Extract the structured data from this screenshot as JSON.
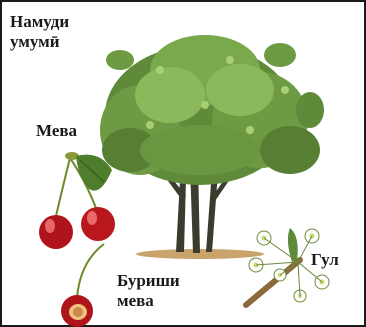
{
  "labels": {
    "habit_line1": "Намуди",
    "habit_line2": "умумӣ",
    "fruit": "Мева",
    "section_line1": "Буриши",
    "section_line2": "мева",
    "flower": "Гул"
  }
}
